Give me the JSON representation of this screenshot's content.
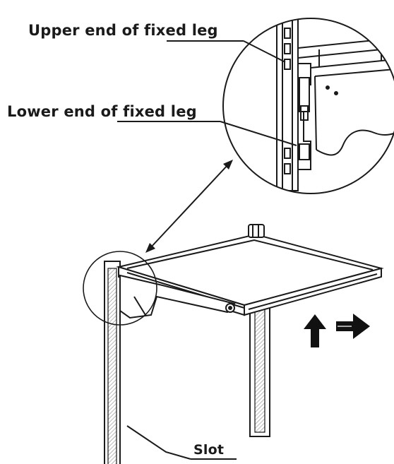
{
  "labels": {
    "upper_end": "Upper end of fixed leg",
    "lower_end": "Lower end of fixed leg",
    "slot": "Slot"
  },
  "colors": {
    "line": "#1a1a1a",
    "arrow_fill": "#111111",
    "hatch": "#777777"
  },
  "icons": {
    "detail_callout": "magnified-circle",
    "insert_direction": "up-arrow",
    "slide_direction": "right-arrow"
  }
}
